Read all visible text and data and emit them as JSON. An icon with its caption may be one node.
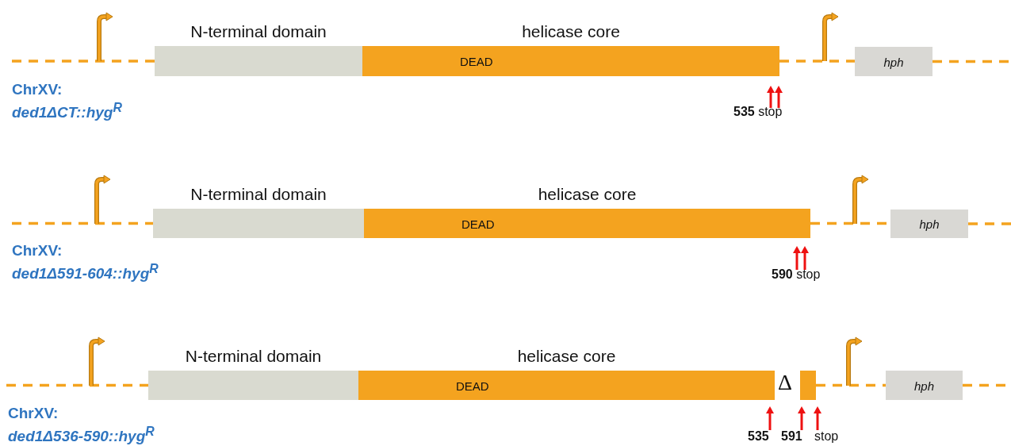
{
  "diagram": {
    "nodes": [
      {
        "text": [
          "N-terminal domain"
        ]
      },
      {
        "text": [
          "helicase core",
          "DEAD"
        ]
      },
      {
        "text": [
          "hph"
        ]
      },
      {
        "text": [
          "N-terminal domain"
        ]
      },
      {
        "text": [
          "helicase core",
          "DEAD"
        ]
      },
      {
        "text": [
          "hph"
        ]
      },
      {
        "text": [
          "N-terminal domain"
        ]
      },
      {
        "text": [
          "helicase core",
          "DEAD"
        ]
      },
      {
        "text": [],
        "shape": "box"
      },
      {
        "text": [
          "hph"
        ]
      }
    ],
    "edges": [
      {
        "from": null,
        "to": 0,
        "arrow": "none"
      },
      {
        "from": 1,
        "to": 2,
        "arrow": "none"
      },
      {
        "from": 2,
        "to": null,
        "arrow": "none"
      },
      {
        "from": null,
        "to": 3,
        "arrow": "none"
      },
      {
        "from": 4,
        "to": 5,
        "arrow": "none"
      },
      {
        "from": 5,
        "to": null,
        "arrow": "none"
      },
      {
        "from": null,
        "to": 6,
        "arrow": "none"
      },
      {
        "from": 8,
        "to": 9,
        "arrow": "none"
      },
      {
        "from": 9,
        "to": null,
        "arrow": "none"
      }
    ],
    "labels": [
      "ChrXV:",
      "ded1ΔCT::hyg$^{R}$",
      "**535** stop",
      "ChrXV:",
      "ded1Δ591-604::hyg$^{R}$",
      "**590** stop",
      "Δ",
      "ChrXV:",
      "ded1Δ536-590::hyg$^{R}$",
      "535",
      "591",
      "stop"
    ]
  }
}
